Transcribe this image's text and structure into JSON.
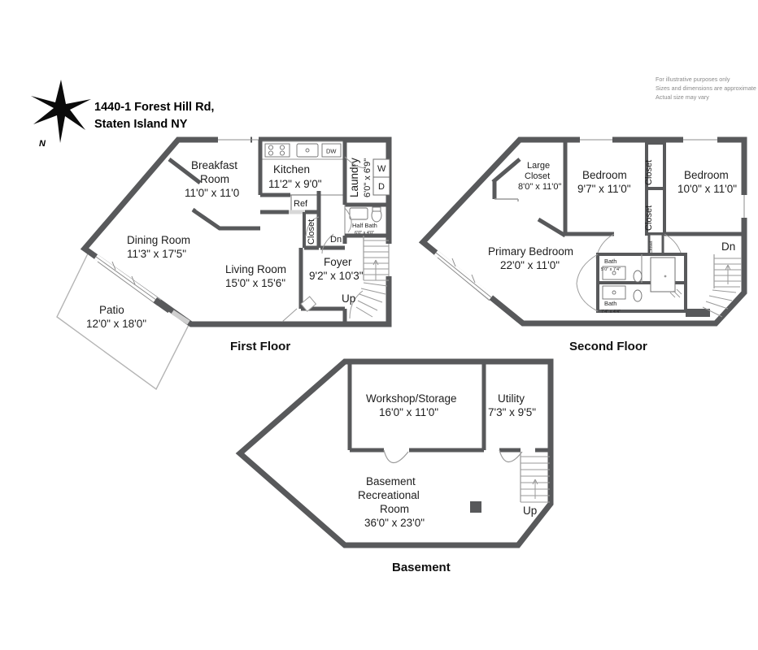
{
  "header": {
    "address_line1": "1440-1 Forest Hill Rd,",
    "address_line2": "Staten Island NY",
    "compass_label": "N"
  },
  "disclaimer": {
    "line1": "For illustrative purposes only",
    "line2": "Sizes and dimensions are approximate",
    "line3": "Actual size may vary"
  },
  "floors": [
    {
      "id": "first-floor",
      "title": "First Floor",
      "rooms": [
        {
          "name": "Breakfast Room",
          "name_line1": "Breakfast",
          "name_line2": "Room",
          "dimensions": "11'0\" x 11'0"
        },
        {
          "name": "Kitchen",
          "dimensions": "11'2\" x 9'0\""
        },
        {
          "name": "Dining Room",
          "dimensions": "11'3\" x 17'5\""
        },
        {
          "name": "Living Room",
          "dimensions": "15'0\" x 15'6\""
        },
        {
          "name": "Foyer",
          "dimensions": "9'2\" x 10'3\""
        },
        {
          "name": "Patio",
          "dimensions": "12'0\" x 18'0\""
        },
        {
          "name": "Laundry",
          "dimensions": "6'0\" x 6'9\""
        },
        {
          "name": "Half Bath",
          "dimensions": "6'0\" x 4'0\""
        }
      ],
      "fixtures": [
        {
          "label": "DW",
          "name": "dishwasher"
        },
        {
          "label": "Ref",
          "name": "refrigerator"
        },
        {
          "label": "W",
          "name": "washer"
        },
        {
          "label": "D",
          "name": "dryer"
        },
        {
          "label": "Closet",
          "name": "closet"
        }
      ],
      "stairs": [
        {
          "label": "Up",
          "name": "stairs-up"
        },
        {
          "label": "Dn",
          "name": "stairs-down"
        }
      ]
    },
    {
      "id": "second-floor",
      "title": "Second Floor",
      "rooms": [
        {
          "name": "Large Closet",
          "name_line1": "Large",
          "name_line2": "Closet",
          "dimensions": "8'0\" x 11'0\""
        },
        {
          "name": "Bedroom",
          "dimensions": "9'7\" x 11'0\""
        },
        {
          "name": "Bedroom",
          "dimensions": "10'0\" x 11'0\""
        },
        {
          "name": "Primary Bedroom",
          "dimensions": "22'0\" x 11'0\""
        },
        {
          "name": "Bath",
          "dimensions": "5'0\" x 7'4\""
        },
        {
          "name": "Bath",
          "dimensions": "7'4\" x 4'4\""
        }
      ],
      "fixtures": [
        {
          "label": "Closet",
          "name": "closet-upper"
        },
        {
          "label": "Closet",
          "name": "closet-lower"
        },
        {
          "label": "Closet",
          "name": "closet-small"
        }
      ],
      "stairs": [
        {
          "label": "Dn",
          "name": "stairs-down"
        }
      ]
    },
    {
      "id": "basement",
      "title": "Basement",
      "rooms": [
        {
          "name": "Workshop/Storage",
          "dimensions": "16'0\" x 11'0\""
        },
        {
          "name": "Utility",
          "dimensions": "7'3\" x 9'5\""
        },
        {
          "name": "Basement Recreational Room",
          "name_line1": "Basement",
          "name_line2": "Recreational",
          "name_line3": "Room",
          "dimensions": "36'0\" x 23'0\""
        }
      ],
      "stairs": [
        {
          "label": "Up",
          "name": "stairs-up"
        }
      ]
    }
  ],
  "colors": {
    "wall": "#58595b",
    "wall_dark": "#4a4b4d",
    "thin_line": "#9a9a9a",
    "text": "#1d1d1d",
    "disclaimer": "#8a8a8a",
    "background": "#ffffff"
  }
}
